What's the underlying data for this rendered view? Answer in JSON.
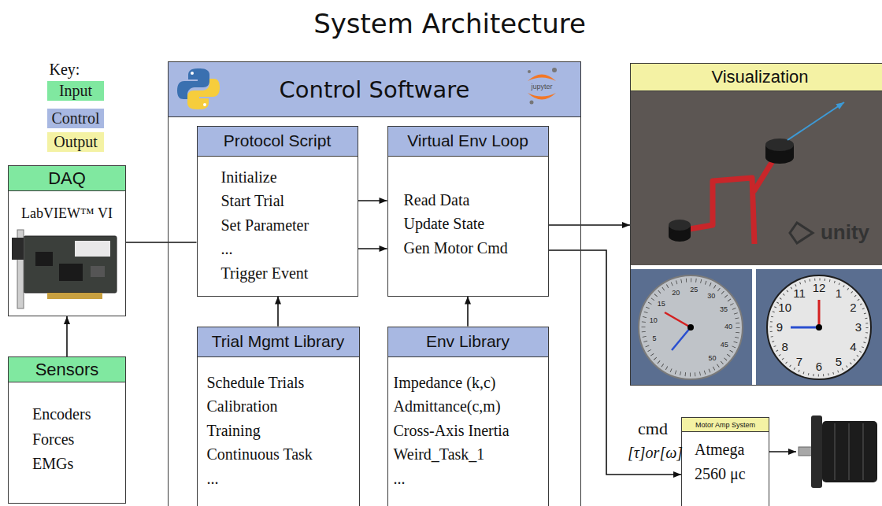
{
  "diagram": {
    "title": "System Architecture",
    "nodes": [
      {
        "text": [
          "DAQ",
          "LabVIEW™ VI"
        ]
      },
      {
        "text": [
          "Sensors",
          "Encoders",
          "Forces",
          "EMGs"
        ]
      },
      {
        "text": [
          "Control Software"
        ]
      },
      {
        "text": [
          "Protocol Script",
          "Initialize",
          "Start Trial",
          "Set Parameter",
          "...",
          "Trigger Event"
        ],
        "in": 2
      },
      {
        "text": [
          "Virtual Env Loop",
          "Read Data",
          "Update State",
          "Gen Motor Cmd"
        ],
        "in": 2
      },
      {
        "text": [
          "Trial Mgmt Library",
          "Schedule Trials",
          "Calibration",
          "Training",
          "Continuous Task",
          "..."
        ],
        "in": 2
      },
      {
        "text": [
          "Env Library",
          "Impedance (k,c)",
          "Admittance(c,m)",
          "Cross-Axis Inertia",
          "Weird_Task_1",
          "..."
        ],
        "in": 2
      },
      {
        "text": [
          "Visualization"
        ]
      },
      {
        "text": [
          "Motor Amp System",
          "Atmega 2560 μc"
        ]
      }
    ],
    "edges": [
      {
        "from": 1,
        "to": 0,
        "arrow": "to"
      },
      {
        "from": 0,
        "to": 3,
        "arrow": "none"
      },
      {
        "from": 3,
        "to": 4,
        "arrow": "to"
      },
      {
        "from": 3,
        "to": 4,
        "arrow": "to"
      },
      {
        "from": 5,
        "to": 3,
        "arrow": "to"
      },
      {
        "from": 6,
        "to": 4,
        "arrow": "to"
      },
      {
        "from": 4,
        "to": 7,
        "arrow": "to"
      },
      {
        "from": 4,
        "to": 8,
        "label": "cmd",
        "arrow": "to"
      }
    ],
    "labels": [
      "Key:",
      "jupyter",
      "unity",
      "5",
      "10",
      "15",
      "20",
      "25",
      "30",
      "35",
      "40",
      "45",
      "50",
      "12",
      "1",
      "2",
      "3",
      "4",
      "5",
      "6",
      "7",
      "8",
      "9",
      "10",
      "11",
      "[τ]or[ω]"
    ],
    "legend": [
      {
        "text": "Input",
        "color": "#80e8a0"
      },
      {
        "text": "Control",
        "color": "#a8b8e2"
      },
      {
        "text": "Output",
        "color": "#f4f2a4"
      }
    ]
  }
}
